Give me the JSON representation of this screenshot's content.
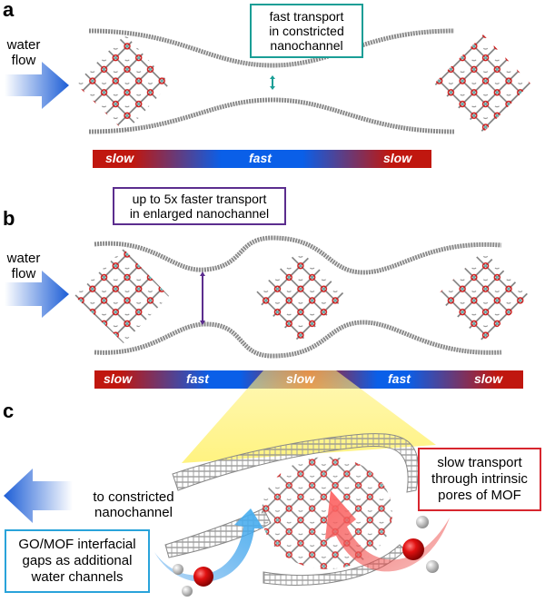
{
  "panels": {
    "a": {
      "label": "a",
      "flow_label": [
        "water",
        "flow"
      ],
      "callout": [
        "fast transport",
        "in constricted",
        "nanochannel"
      ],
      "callout_color": "#1a9e96",
      "speedbar": [
        "slow",
        "fast",
        "slow"
      ]
    },
    "b": {
      "label": "b",
      "flow_label": [
        "water",
        "flow"
      ],
      "callout": [
        "up to 5x faster transport",
        "in enlarged nanochannel"
      ],
      "callout_color": "#5b2d8e",
      "speedbar": [
        "slow",
        "fast",
        "slow",
        "fast",
        "slow"
      ]
    },
    "c": {
      "label": "c",
      "arrow_label": [
        "to constricted",
        "nanochannel"
      ],
      "callout_left": [
        "GO/MOF interfacial",
        "gaps as additional",
        "water channels"
      ],
      "callout_left_color": "#29a3da",
      "callout_right": [
        "slow transport",
        "through intrinsic",
        "pores of MOF"
      ],
      "callout_right_color": "#d7262e"
    }
  },
  "colors": {
    "slow": "#c0170f",
    "fast": "#0a5fe8",
    "graphene": "#8a8a8a",
    "mof_oxygen": "#d01818",
    "highlight": "#fff27a"
  }
}
